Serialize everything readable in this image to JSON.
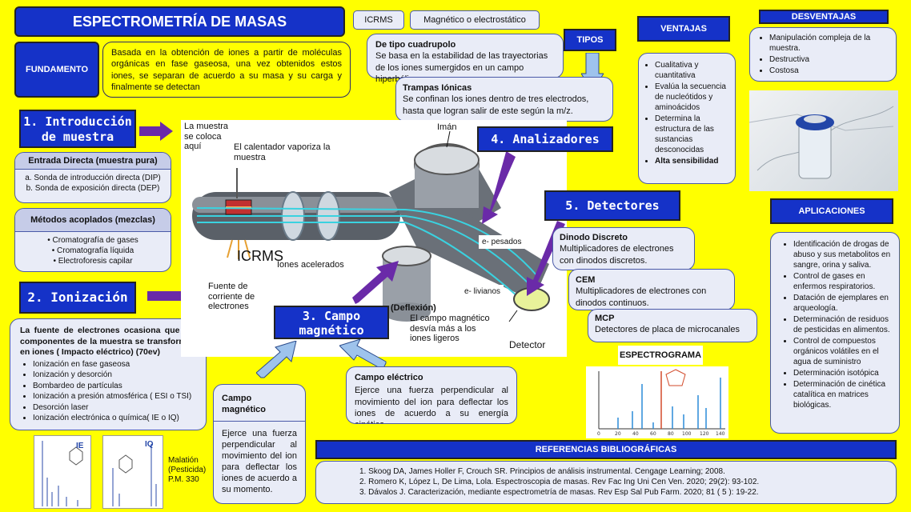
{
  "title": "ESPECTROMETRÍA DE MASAS",
  "tags": [
    "ICRMS",
    "Magnético o electrostático"
  ],
  "fundamento": {
    "label": "FUNDAMENTO",
    "text": "Basada en la obtención de iones a partir de moléculas orgánicas en fase gaseosa, una vez obtenidos estos iones, se separan de acuerdo a su masa y su carga y finalmente se detectan"
  },
  "tipos": {
    "label": "TIPOS",
    "cuadrupolo_title": "De tipo cuadrupolo",
    "cuadrupolo_text": "Se basa en la estabilidad de las trayectorias de los iones sumergidos en un campo hiperbólico",
    "trampas_title": "Trampas Iónicas",
    "trampas_text": "Se confinan los iones dentro de tres electrodos, hasta que logran salir de este según la m/z."
  },
  "ventajas": {
    "label": "VENTAJAS",
    "items": [
      "Cualitativa y cuantitativa",
      "Evalúa la secuencia de nucleótidos y aminoácidos",
      "Determina la estructura de las sustancias desconocidas",
      "Alta sensibilidad"
    ]
  },
  "desventajas": {
    "label": "DESVENTAJAS",
    "items": [
      "Manipulación compleja de la muestra.",
      "Destructiva",
      "Costosa"
    ]
  },
  "introduccion": {
    "label": "1. Introducción de muestra",
    "entrada_title": "Entrada Directa (muestra pura)",
    "entrada_items": [
      "a. Sonda de introducción directa (DIP)",
      "b. Sonda de exposición directa (DEP)"
    ],
    "metodos_title": "Métodos acoplados (mezclas)",
    "metodos_items": [
      "• Cromatografía de gases",
      "• Cromatografía líquida",
      "• Electroforesis capilar"
    ]
  },
  "ionizacion": {
    "label": "2. Ionización",
    "text": "La fuente de electrones ocasiona que los componentes de la muestra se transformen en iones ( Impacto eléctrico) (70ev)",
    "items": [
      "Ionización en fase gaseosa",
      "Ionización y desorción",
      "Bombardeo de partículas",
      "Ionización a presión atmosférica ( ESI o TSI)",
      "Desorción laser",
      "Ionización electrónica o química( IE o IQ)"
    ]
  },
  "diagram": {
    "muestra": "La muestra se coloca aquí",
    "calentador": "El calentador vaporiza la muestra",
    "iman": "Imán",
    "icrms": "ICRMS",
    "iones_acelerados": "Iones acelerados",
    "fuente": "Fuente de corriente de electrones",
    "pesados": "e- pesados",
    "livianos": "e- livianos",
    "deflexion": "(Deflexión)",
    "campo_desc": "El campo magnético desvía más a los iones ligeros",
    "detector": "Detector"
  },
  "campo_magnetico": {
    "label": "3. Campo magnético",
    "box_title": "Campo magnético",
    "box_text": "Ejerce una fuerza perpendicular al movimiento del ion para deflectar los iones de acuerdo a su momento."
  },
  "campo_electrico": {
    "title": "Campo eléctrico",
    "text": "Ejerce una fuerza perpendicular al movimiento del ion para deflectar los iones de acuerdo a su energía cinética."
  },
  "analizadores": {
    "label": "4. Analizadores"
  },
  "detectores": {
    "label": "5. Detectores",
    "items": [
      {
        "title": "Dinodo Discreto",
        "text": "Multiplicadores de electrones con dinodos discretos."
      },
      {
        "title": "CEM",
        "text": "Multiplicadores de electrones con dinodos continuos."
      },
      {
        "title": "MCP",
        "text": "Detectores de placa de microcanales"
      }
    ]
  },
  "espectrograma": {
    "label": "ESPECTROGRAMA"
  },
  "aplicaciones": {
    "label": "APLICACIONES",
    "items": [
      "Identificación de drogas de abuso y sus metabolitos en sangre, orina y saliva.",
      "Control de gases en enfermos respiratorios.",
      "Datación de ejemplares en arqueología.",
      "Determinación de residuos de pesticidas en alimentos.",
      "Control de compuestos orgánicos volátiles en el agua de suministro",
      "Determinación isotópica",
      "Determinación de cinética catalítica en matrices biológicas."
    ]
  },
  "referencias": {
    "label": "REFERENCIAS BIBLIOGRÁFICAS",
    "items": [
      "1. Skoog DA, James Holler F, Crouch SR. Principios de análisis instrumental. Cengage Learning; 2008.",
      "2. Romero K, López L, De Lima, Lola. Espectroscopia de masas. Rev Fac Ing Uni Cen Ven. 2020; 29(2): 93-102.",
      "3. Dávalos J. Caracterización, mediante espectrometría de masas. Rev Esp Sal Pub Farm. 2020; 81 ( 5 ): 19-22."
    ]
  },
  "malation": {
    "ie": "IE",
    "iq": "IQ",
    "caption": "Malatión (Pesticida) P.M. 330"
  },
  "colors": {
    "background": "#ffff00",
    "header_blue": "#1532c8",
    "arrow_purple": "#6a2aa8",
    "arrow_light": "#9ec3ec"
  }
}
